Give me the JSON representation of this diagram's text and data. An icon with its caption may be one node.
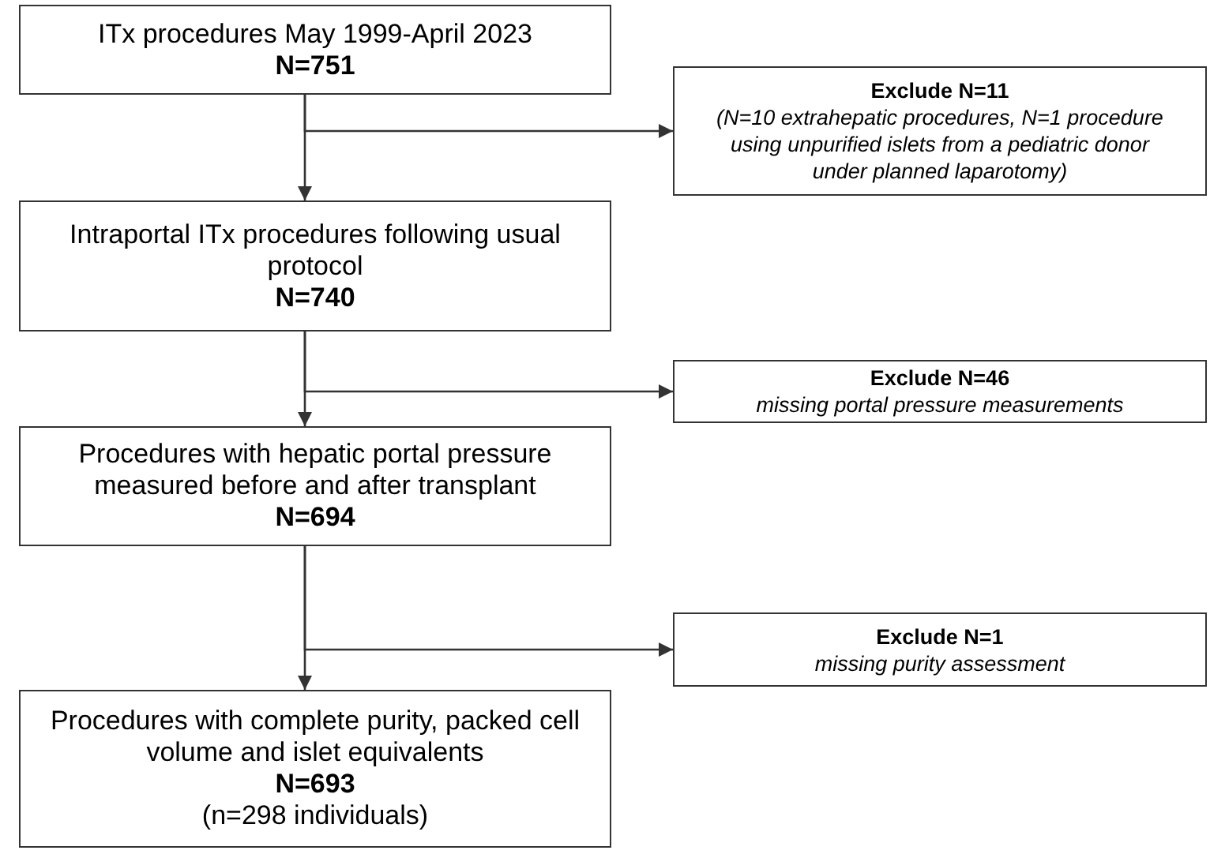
{
  "diagram": {
    "nodes": [
      {
        "text": [
          "ITx procedures May 1999-April 2023",
          "N=751"
        ]
      },
      {
        "text": [
          "Exclude N=11",
          "(N=10 extrahepatic procedures, N=1 procedure using  unpurified islets from a pediatric donor under planned laparotomy)"
        ]
      },
      {
        "text": [
          "Intraportal ITx procedures following usual protocol",
          "N=740"
        ]
      },
      {
        "text": [
          "Exclude N=46",
          "missing portal pressure measurements"
        ]
      },
      {
        "text": [
          "Procedures with hepatic portal pressure measured before and after transplant",
          "N=694"
        ]
      },
      {
        "text": [
          "Exclude N=1",
          "missing purity assessment"
        ]
      },
      {
        "text": [
          "Procedures with complete purity, packed cell volume and islet equivalents",
          "N=693",
          "(n=298 individuals)"
        ]
      }
    ],
    "edges": [
      {
        "from": 0,
        "to": 2,
        "arrow": "to"
      },
      {
        "from": 0,
        "to": 1,
        "arrow": "to"
      },
      {
        "from": 2,
        "to": 4,
        "arrow": "to"
      },
      {
        "from": 2,
        "to": 3,
        "arrow": "to"
      },
      {
        "from": 4,
        "to": 6,
        "arrow": "to"
      },
      {
        "from": 4,
        "to": 5,
        "arrow": "to"
      }
    ]
  }
}
